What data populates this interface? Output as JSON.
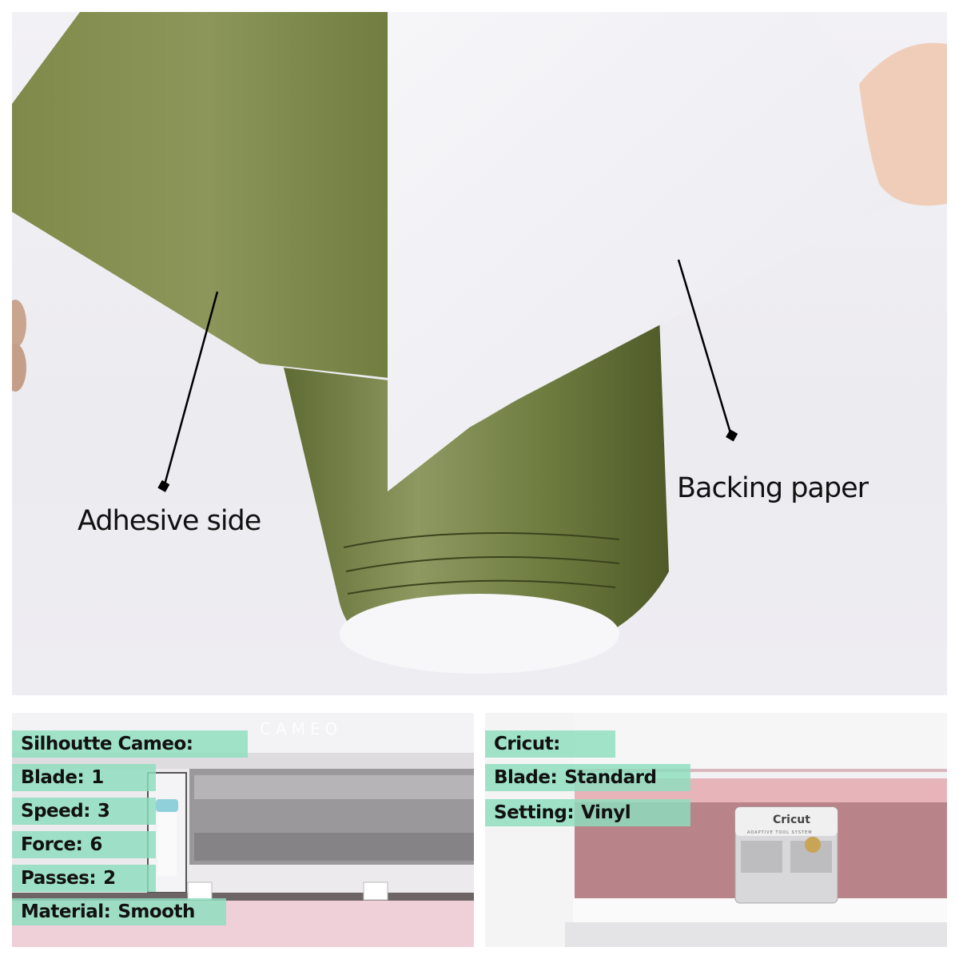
{
  "hero": {
    "callouts": {
      "adhesive": "Adhesive side",
      "backing": "Backing paper"
    },
    "colors": {
      "vinyl_green": "#8a9458",
      "vinyl_dark": "#6b7a3c",
      "backing_white": "#f3f3f7",
      "background": "#eeedf2"
    }
  },
  "panels": {
    "silhouette": {
      "title": "Silhoutte Cameo:",
      "machine_brand_text": "CAMEO",
      "settings": [
        {
          "label": "Blade:",
          "value": "1"
        },
        {
          "label": "Speed:",
          "value": "3"
        },
        {
          "label": "Force:",
          "value": "6"
        },
        {
          "label": "Passes:",
          "value": "2"
        },
        {
          "label": "Material:",
          "value": "Smooth"
        }
      ]
    },
    "cricut": {
      "title": "Cricut:",
      "machine_brand_text": "Cricut",
      "machine_subtext": "ADAPTIVE TOOL SYSTEM",
      "settings": [
        {
          "label": "Blade:",
          "value": "Standard"
        },
        {
          "label": "Setting:",
          "value": "Vinyl"
        }
      ]
    },
    "tag_color": "#8cdebe"
  }
}
